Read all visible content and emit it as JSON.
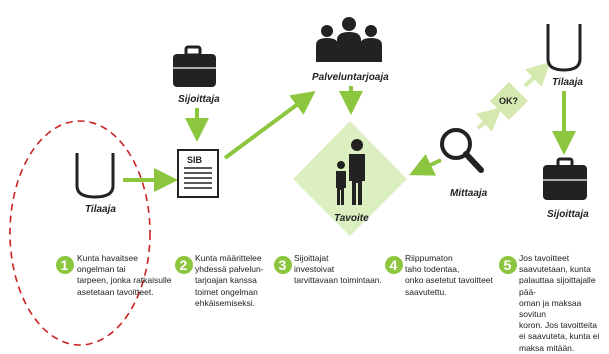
{
  "labels": {
    "tilaaja_left": "Tilaaja",
    "sijoittaja_top": "Sijoittaja",
    "sib": "SIB",
    "palveluntarjoaja": "Palveluntarjoaja",
    "tavoite": "Tavoite",
    "mittaaja": "Mittaaja",
    "ok": "OK?",
    "tilaaja_right": "Tilaaja",
    "sijoittaja_right": "Sijoittaja"
  },
  "steps": [
    {
      "number": "1",
      "text": "Kunta havaitsee\nongelman tai\ntarpeen, jonka ratkaisulle\nasetetaan tavoitteet."
    },
    {
      "number": "2",
      "text": "Kunta määrittelee\nyhdessä palvelun-\ntarjoajan kanssa\ntoimet ongelman\nehkäisemiseksi."
    },
    {
      "number": "3",
      "text": "Sijoittajat\ninvestoivat\ntarvittavaan toimintaan."
    },
    {
      "number": "4",
      "text": "Riippumaton\ntaho todentaa,\nonko asetetut tavoitteet\nsaavutettu."
    },
    {
      "number": "5",
      "text": "Jos tavoitteet\nsaavutetaan, kunta\npalauttaa sijoittajalle pää-\noman ja maksaa sovitun\nkoron. Jos tavoitteita\nei saavuteta, kunta ei\nmaksa mitään."
    }
  ],
  "icons": [
    "shield-icon",
    "briefcase-icon",
    "document-icon",
    "people-icon",
    "family-icon",
    "magnifier-icon",
    "arrow-icon",
    "dashed-oval"
  ],
  "colors": {
    "accent_green": "#8cc63f",
    "light_green": "#d4e8b0",
    "diamond_fill": "#dcefc0",
    "text": "#222222",
    "highlight_dash": "#cc2222"
  }
}
